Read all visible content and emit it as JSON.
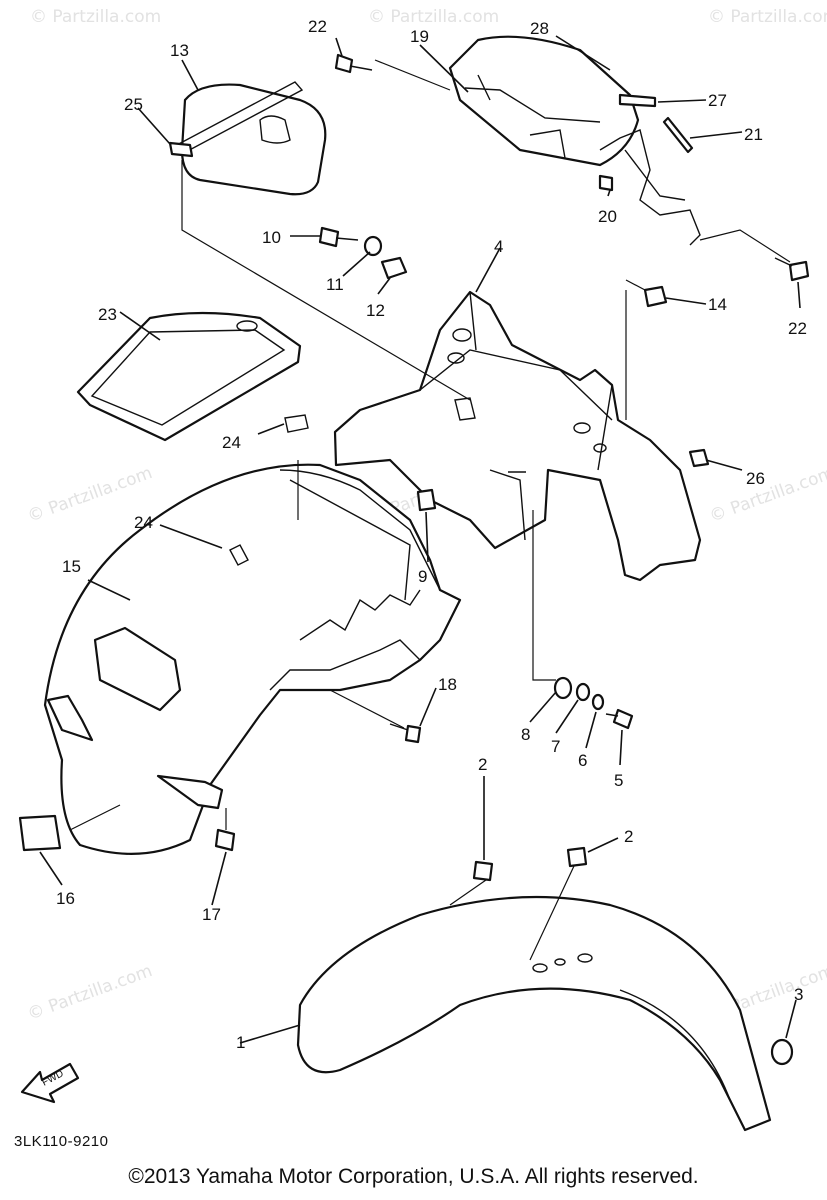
{
  "diagram_code": "3LK110-9210",
  "copyright": "©2013 Yamaha Motor Corporation, U.S.A. All rights reserved.",
  "watermark": "© Partzilla.com",
  "direction_arrow": "FWD",
  "callouts": [
    "1",
    "2",
    "2",
    "3",
    "4",
    "5",
    "6",
    "7",
    "8",
    "9",
    "10",
    "11",
    "12",
    "13",
    "14",
    "15",
    "16",
    "17",
    "18",
    "19",
    "20",
    "21",
    "22",
    "22",
    "23",
    "24",
    "24",
    "25",
    "26",
    "27",
    "28"
  ],
  "colors": {
    "ink": "#111111",
    "paper": "#ffffff",
    "watermark": "#e2e2e2"
  }
}
